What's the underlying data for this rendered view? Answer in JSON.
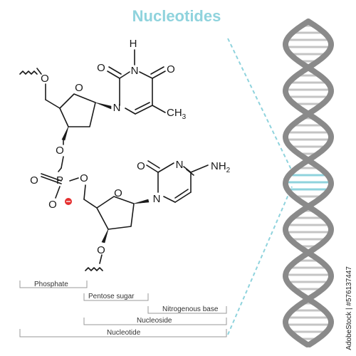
{
  "title": "Nucleotides",
  "atoms": {
    "H": "H",
    "O": "O",
    "N": "N",
    "P": "P",
    "CH3_main": "CH",
    "CH3_sub": "3",
    "NH2_main": "NH",
    "NH2_sub": "2"
  },
  "labels": {
    "phosphate": "Phosphate",
    "pentose_sugar": "Pentose sugar",
    "nitrogenous_base": "Nitrogenous base",
    "nucleoside": "Nucleoside",
    "nucleotide": "Nucleotide"
  },
  "watermark": "AdobeStock | #576137447",
  "colors": {
    "accent": "#8fd3dd",
    "charge": "#e53030",
    "helix": "#8a8a8a",
    "rung": "#c4c4c4",
    "text": "#1a1a1a"
  }
}
